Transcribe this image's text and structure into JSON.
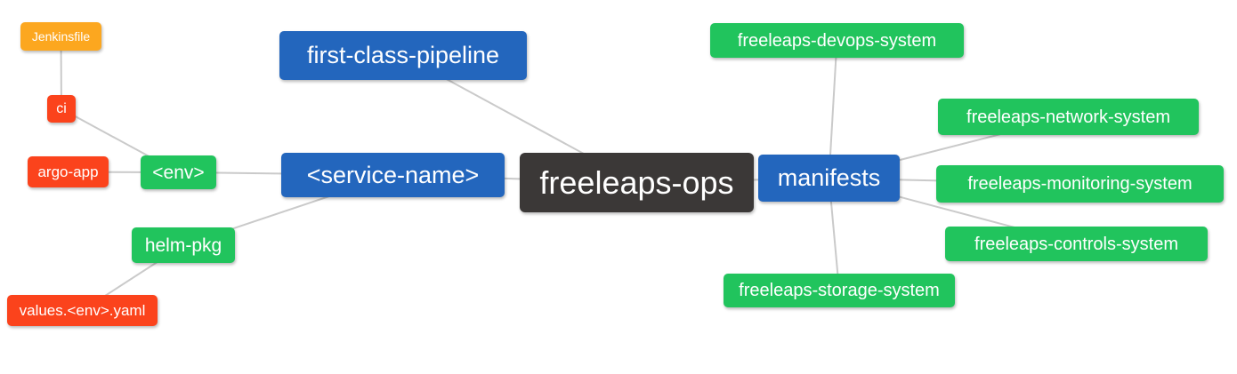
{
  "diagram": {
    "type": "mindmap",
    "root_id": "freeleaps-ops",
    "background": "#ffffff",
    "colors": {
      "root_node": "#3B3837",
      "level1_node": "#2366BD",
      "level2_node": "#21C45D",
      "level3_node": "#FB431C",
      "level4_node": "#FCA71F",
      "edge": "#CACACA",
      "node_text": "#FFFFFF"
    },
    "nodes": [
      {
        "id": "freeleaps-ops",
        "label": "freeleaps-ops",
        "level": 0
      },
      {
        "id": "first-class-pipeline",
        "label": "first-class-pipeline",
        "level": 1
      },
      {
        "id": "service-name",
        "label": "<service-name>",
        "level": 1
      },
      {
        "id": "manifests",
        "label": "manifests",
        "level": 1
      },
      {
        "id": "env",
        "label": "<env>",
        "level": 2
      },
      {
        "id": "helm-pkg",
        "label": "helm-pkg",
        "level": 2
      },
      {
        "id": "ci",
        "label": "ci",
        "level": 3
      },
      {
        "id": "argo-app",
        "label": "argo-app",
        "level": 3
      },
      {
        "id": "values-env-yaml",
        "label": "values.<env>.yaml",
        "level": 3
      },
      {
        "id": "jenkinsfile",
        "label": "Jenkinsfile",
        "level": 4
      },
      {
        "id": "freeleaps-devops-system",
        "label": "freeleaps-devops-system",
        "level": 2
      },
      {
        "id": "freeleaps-network-system",
        "label": "freeleaps-network-system",
        "level": 2
      },
      {
        "id": "freeleaps-monitoring-system",
        "label": "freeleaps-monitoring-system",
        "level": 2
      },
      {
        "id": "freeleaps-controls-system",
        "label": "freeleaps-controls-system",
        "level": 2
      },
      {
        "id": "freeleaps-storage-system",
        "label": "freeleaps-storage-system",
        "level": 2
      }
    ],
    "edges": [
      [
        "freeleaps-ops",
        "first-class-pipeline"
      ],
      [
        "freeleaps-ops",
        "service-name"
      ],
      [
        "freeleaps-ops",
        "manifests"
      ],
      [
        "service-name",
        "env"
      ],
      [
        "service-name",
        "helm-pkg"
      ],
      [
        "env",
        "ci"
      ],
      [
        "env",
        "argo-app"
      ],
      [
        "ci",
        "jenkinsfile"
      ],
      [
        "helm-pkg",
        "values-env-yaml"
      ],
      [
        "manifests",
        "freeleaps-devops-system"
      ],
      [
        "manifests",
        "freeleaps-network-system"
      ],
      [
        "manifests",
        "freeleaps-monitoring-system"
      ],
      [
        "manifests",
        "freeleaps-controls-system"
      ],
      [
        "manifests",
        "freeleaps-storage-system"
      ]
    ]
  }
}
